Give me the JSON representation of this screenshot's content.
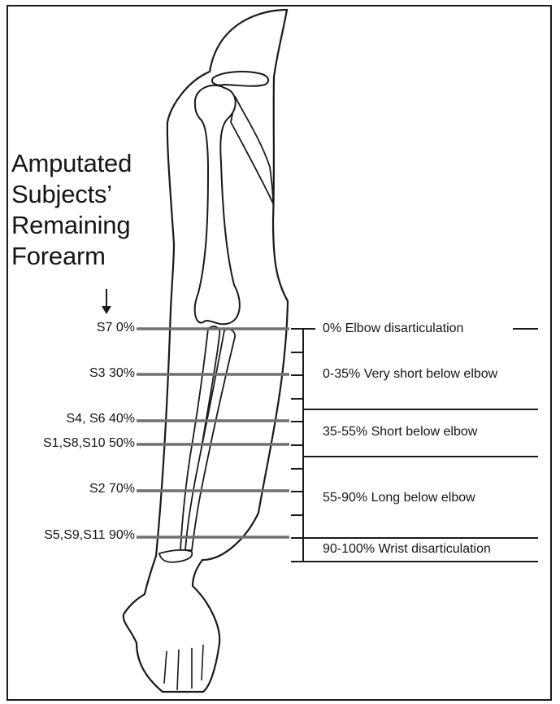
{
  "title": {
    "lines": [
      "Amputated",
      "Subjects’",
      "Remaining",
      "Forearm"
    ]
  },
  "subjects": [
    {
      "label": "S7 0%"
    },
    {
      "label": "S3 30%"
    },
    {
      "label": "S4, S6 40%"
    },
    {
      "label": "S1,S8,S10 50%"
    },
    {
      "label": "S2 70%"
    },
    {
      "label": "S5,S9,S11 90%"
    }
  ],
  "categories": [
    {
      "label": "0% Elbow disarticulation"
    },
    {
      "label": "0-35% Very short below elbow"
    },
    {
      "label": "35-55% Short below elbow"
    },
    {
      "label": "55-90% Long below elbow"
    },
    {
      "label": "90-100% Wrist disarticulation"
    }
  ],
  "colors": {
    "ink": "#1a1a1a",
    "level_line": "#707070",
    "background": "#ffffff"
  }
}
